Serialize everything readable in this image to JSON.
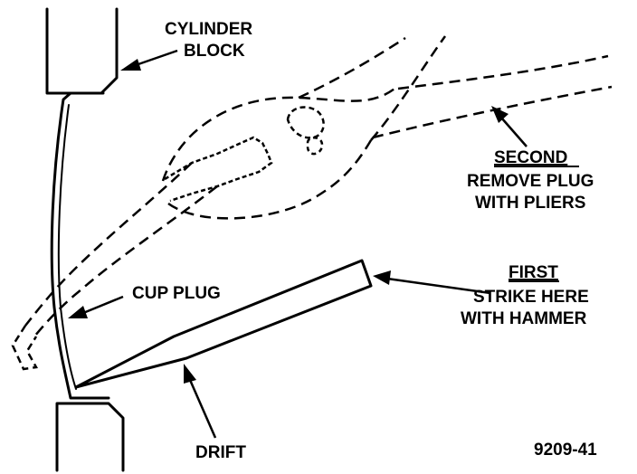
{
  "labels": {
    "cylinder_block": [
      "CYLINDER",
      "BLOCK"
    ],
    "second": "SECOND",
    "second_instruction": [
      "REMOVE PLUG",
      "WITH PLIERS"
    ],
    "first": "FIRST",
    "first_instruction": [
      "STRIKE HERE",
      "WITH HAMMER"
    ],
    "cup_plug": "CUP PLUG",
    "drift": "DRIFT",
    "figure_number": "9209-41"
  },
  "colors": {
    "line": "#000000",
    "background": "#ffffff"
  }
}
